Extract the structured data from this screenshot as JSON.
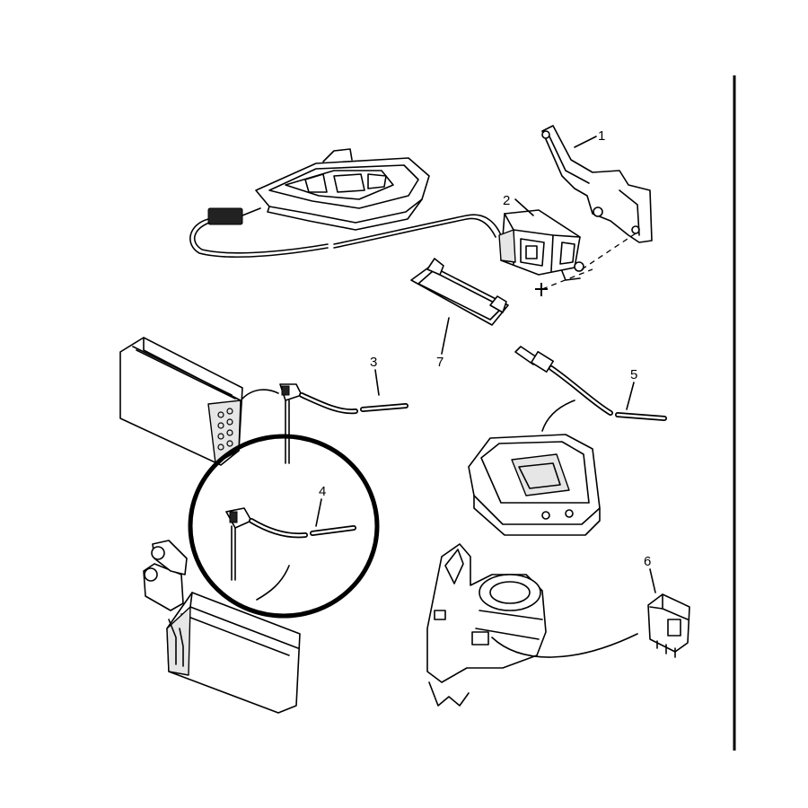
{
  "callouts": {
    "c1": "1",
    "c2": "2",
    "c3": "3",
    "c4": "4",
    "c5": "5",
    "c6": "6",
    "c7": "7"
  },
  "icons": [
    "fastener-cross-icon"
  ],
  "colors": {
    "ink": "#000000",
    "paper": "#ffffff"
  }
}
